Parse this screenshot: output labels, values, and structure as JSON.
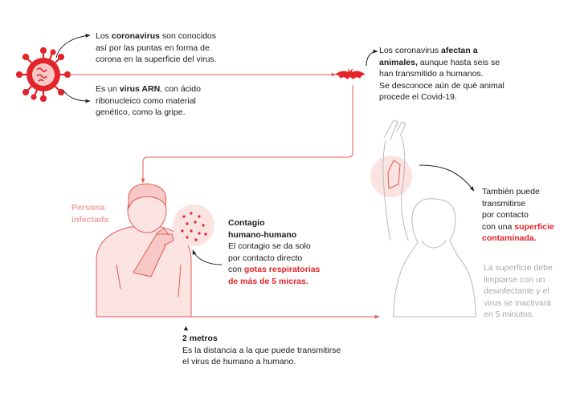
{
  "colors": {
    "accent": "#e3242b",
    "pink": "#f6c9c6",
    "line": "#e45a55",
    "gray": "#b9b9b9"
  },
  "virus": {
    "l1_pre": "Los ",
    "l1_bold": "coronavirus",
    "l1_post": " son conocidos",
    "l2": "así por las puntas en forma de",
    "l3": "corona en la superficie del virus."
  },
  "arn": {
    "l1_pre": "Es un ",
    "l1_bold": "virus ARN",
    "l1_post": ", con ácido",
    "l2": "ribonucleico como material",
    "l3": "genético, como la gripe."
  },
  "animals": {
    "l1_pre": "Los coronavirus ",
    "l1_bold": "afectan a",
    "l2_bold": "animales,",
    "l2_post": " aunque hasta seis se",
    "l3": "han transmitido a humanos.",
    "l4": "Se desconoce aún de qué animal",
    "l5": "procede el Covid-19."
  },
  "infected": {
    "l1": "Persona",
    "l2": "infectada"
  },
  "contagio": {
    "t1": "Contagio",
    "t2": "humano-humano",
    "l1": "El contagio se da solo",
    "l2": "por contacto directo",
    "l3_pre": "con ",
    "l3_red": "gotas respiratorias",
    "l4_red": "de más de 5 micras."
  },
  "surface": {
    "l1": "También puede",
    "l2": "transmitirse",
    "l3": "por contacto",
    "l4_pre": "con una ",
    "l4_red": "superficie",
    "l5_red": "contaminada."
  },
  "clean": {
    "l1": "La superficie debe",
    "l2": "limpiarse con un",
    "l3": "desinfectante y el",
    "l4": "virus se inactivará",
    "l5": "en 5 minutos."
  },
  "distance": {
    "marker": "▲",
    "title": "2 metros",
    "l1": "Es la distancia a la que puede transmitirse",
    "l2": "el virus de humano a humano."
  }
}
